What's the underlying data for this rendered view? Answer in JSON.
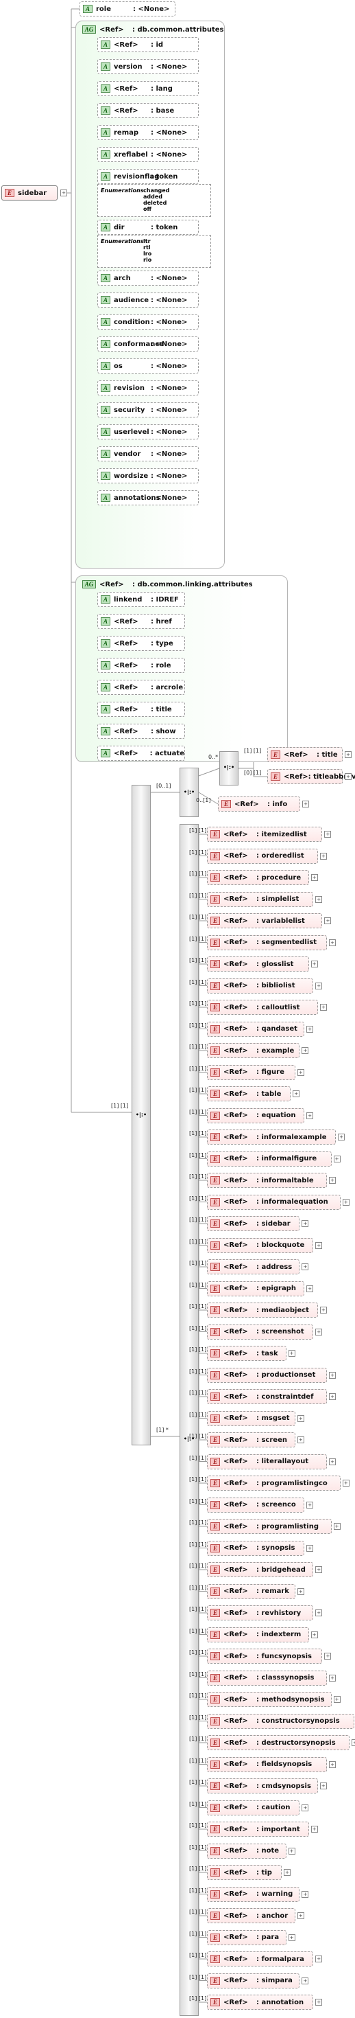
{
  "root": {
    "type": "E",
    "name": "sidebar"
  },
  "top_attribute": {
    "type": "A",
    "label": "role",
    "value": ": <None>"
  },
  "common_attributes": {
    "type": "AG",
    "ref": "<Ref>",
    "name": ": db.common.attributes",
    "items": [
      {
        "type": "A",
        "label": "<Ref>",
        "value": ": id"
      },
      {
        "type": "A",
        "label": "version",
        "value": ": <None>"
      },
      {
        "type": "A",
        "label": "<Ref>",
        "value": ": lang"
      },
      {
        "type": "A",
        "label": "<Ref>",
        "value": ": base"
      },
      {
        "type": "A",
        "label": "remap",
        "value": ": <None>"
      },
      {
        "type": "A",
        "label": "xreflabel",
        "value": ": <None>"
      },
      {
        "type": "A",
        "label": "revisionflag",
        "value": ": token",
        "enum_label": "Enumerations",
        "enum_values": [
          "changed",
          "added",
          "deleted",
          "off"
        ]
      },
      {
        "type": "A",
        "label": "dir",
        "value": ": token",
        "enum_label": "Enumerations",
        "enum_values": [
          "ltr",
          "rtl",
          "lro",
          "rlo"
        ]
      },
      {
        "type": "A",
        "label": "arch",
        "value": ": <None>"
      },
      {
        "type": "A",
        "label": "audience",
        "value": ": <None>"
      },
      {
        "type": "A",
        "label": "condition",
        "value": ": <None>"
      },
      {
        "type": "A",
        "label": "conformance",
        "value": ": <None>"
      },
      {
        "type": "A",
        "label": "os",
        "value": ": <None>"
      },
      {
        "type": "A",
        "label": "revision",
        "value": ": <None>"
      },
      {
        "type": "A",
        "label": "security",
        "value": ": <None>"
      },
      {
        "type": "A",
        "label": "userlevel",
        "value": ": <None>"
      },
      {
        "type": "A",
        "label": "vendor",
        "value": ": <None>"
      },
      {
        "type": "A",
        "label": "wordsize",
        "value": ": <None>"
      },
      {
        "type": "A",
        "label": "annotations",
        "value": ": <None>"
      }
    ]
  },
  "linking_attributes": {
    "type": "AG",
    "ref": "<Ref>",
    "name": ": db.common.linking.attributes",
    "items": [
      {
        "type": "A",
        "label": "linkend",
        "value": ": IDREF"
      },
      {
        "type": "A",
        "label": "<Ref>",
        "value": ": href"
      },
      {
        "type": "A",
        "label": "<Ref>",
        "value": ": type"
      },
      {
        "type": "A",
        "label": "<Ref>",
        "value": ": role"
      },
      {
        "type": "A",
        "label": "<Ref>",
        "value": ": arcrole"
      },
      {
        "type": "A",
        "label": "<Ref>",
        "value": ": title"
      },
      {
        "type": "A",
        "label": "<Ref>",
        "value": ": show"
      },
      {
        "type": "A",
        "label": "<Ref>",
        "value": ": actuate"
      }
    ]
  },
  "info_group": {
    "occurrence": "[0..1]",
    "choice_occurrence": "0..*",
    "choice_items": [
      {
        "type": "E",
        "ref": "<Ref>",
        "name": ": title",
        "occ": "[1] [1]"
      },
      {
        "type": "E",
        "ref": "<Ref>",
        "name": ": titleabbrev",
        "occ": "[0] [1]"
      }
    ],
    "info": {
      "type": "E",
      "ref": "<Ref>",
      "name": ": info",
      "occ": "0..[1]"
    }
  },
  "main_sequence_occ": "[1] [1]",
  "content_choice_occ": "[1] *",
  "content_items": [
    {
      "ref": "<Ref>",
      "name": ": itemizedlist",
      "occ": "[1] [1]"
    },
    {
      "ref": "<Ref>",
      "name": ": orderedlist",
      "occ": "[1] [1]"
    },
    {
      "ref": "<Ref>",
      "name": ": procedure",
      "occ": "[1] [1]"
    },
    {
      "ref": "<Ref>",
      "name": ": simplelist",
      "occ": "[1] [1]"
    },
    {
      "ref": "<Ref>",
      "name": ": variablelist",
      "occ": "[1] [1]"
    },
    {
      "ref": "<Ref>",
      "name": ": segmentedlist",
      "occ": "[1] [1]"
    },
    {
      "ref": "<Ref>",
      "name": ": glosslist",
      "occ": "[1] [1]"
    },
    {
      "ref": "<Ref>",
      "name": ": bibliolist",
      "occ": "[1] [1]"
    },
    {
      "ref": "<Ref>",
      "name": ": calloutlist",
      "occ": "[1] [1]"
    },
    {
      "ref": "<Ref>",
      "name": ": qandaset",
      "occ": "[1] [1]"
    },
    {
      "ref": "<Ref>",
      "name": ": example",
      "occ": "[1] [1]"
    },
    {
      "ref": "<Ref>",
      "name": ": figure",
      "occ": "[1] [1]"
    },
    {
      "ref": "<Ref>",
      "name": ": table",
      "occ": "[1] [1]"
    },
    {
      "ref": "<Ref>",
      "name": ": equation",
      "occ": "[1] [1]"
    },
    {
      "ref": "<Ref>",
      "name": ": informalexample",
      "occ": "[1] [1]"
    },
    {
      "ref": "<Ref>",
      "name": ": informalfigure",
      "occ": "[1] [1]"
    },
    {
      "ref": "<Ref>",
      "name": ": informaltable",
      "occ": "[1] [1]"
    },
    {
      "ref": "<Ref>",
      "name": ": informalequation",
      "occ": "[1] [1]"
    },
    {
      "ref": "<Ref>",
      "name": ": sidebar",
      "occ": "[1] [1]"
    },
    {
      "ref": "<Ref>",
      "name": ": blockquote",
      "occ": "[1] [1]"
    },
    {
      "ref": "<Ref>",
      "name": ": address",
      "occ": "[1] [1]"
    },
    {
      "ref": "<Ref>",
      "name": ": epigraph",
      "occ": "[1] [1]"
    },
    {
      "ref": "<Ref>",
      "name": ": mediaobject",
      "occ": "[1] [1]"
    },
    {
      "ref": "<Ref>",
      "name": ": screenshot",
      "occ": "[1] [1]"
    },
    {
      "ref": "<Ref>",
      "name": ": task",
      "occ": "[1] [1]"
    },
    {
      "ref": "<Ref>",
      "name": ": productionset",
      "occ": "[1] [1]"
    },
    {
      "ref": "<Ref>",
      "name": ": constraintdef",
      "occ": "[1] [1]"
    },
    {
      "ref": "<Ref>",
      "name": ": msgset",
      "occ": "[1] [1]"
    },
    {
      "ref": "<Ref>",
      "name": ": screen",
      "occ": "[1] [1]"
    },
    {
      "ref": "<Ref>",
      "name": ": literallayout",
      "occ": "[1] [1]"
    },
    {
      "ref": "<Ref>",
      "name": ": programlistingco",
      "occ": "[1] [1]"
    },
    {
      "ref": "<Ref>",
      "name": ": screenco",
      "occ": "[1] [1]"
    },
    {
      "ref": "<Ref>",
      "name": ": programlisting",
      "occ": "[1] [1]"
    },
    {
      "ref": "<Ref>",
      "name": ": synopsis",
      "occ": "[1] [1]"
    },
    {
      "ref": "<Ref>",
      "name": ": bridgehead",
      "occ": "[1] [1]"
    },
    {
      "ref": "<Ref>",
      "name": ": remark",
      "occ": "[1] [1]"
    },
    {
      "ref": "<Ref>",
      "name": ": revhistory",
      "occ": "[1] [1]"
    },
    {
      "ref": "<Ref>",
      "name": ": indexterm",
      "occ": "[1] [1]"
    },
    {
      "ref": "<Ref>",
      "name": ": funcsynopsis",
      "occ": "[1] [1]"
    },
    {
      "ref": "<Ref>",
      "name": ": classsynopsis",
      "occ": "[1] [1]"
    },
    {
      "ref": "<Ref>",
      "name": ": methodsynopsis",
      "occ": "[1] [1]"
    },
    {
      "ref": "<Ref>",
      "name": ": constructorsynopsis",
      "occ": "[1] [1]"
    },
    {
      "ref": "<Ref>",
      "name": ": destructorsynopsis",
      "occ": "[1] [1]"
    },
    {
      "ref": "<Ref>",
      "name": ": fieldsynopsis",
      "occ": "[1] [1]"
    },
    {
      "ref": "<Ref>",
      "name": ": cmdsynopsis",
      "occ": "[1] [1]"
    },
    {
      "ref": "<Ref>",
      "name": ": caution",
      "occ": "[1] [1]"
    },
    {
      "ref": "<Ref>",
      "name": ": important",
      "occ": "[1] [1]"
    },
    {
      "ref": "<Ref>",
      "name": ": note",
      "occ": "[1] [1]"
    },
    {
      "ref": "<Ref>",
      "name": ": tip",
      "occ": "[1] [1]"
    },
    {
      "ref": "<Ref>",
      "name": ": warning",
      "occ": "[1] [1]"
    },
    {
      "ref": "<Ref>",
      "name": ": anchor",
      "occ": "[1] [1]"
    },
    {
      "ref": "<Ref>",
      "name": ": para",
      "occ": "[1] [1]"
    },
    {
      "ref": "<Ref>",
      "name": ": formalpara",
      "occ": "[1] [1]"
    },
    {
      "ref": "<Ref>",
      "name": ": simpara",
      "occ": "[1] [1]"
    },
    {
      "ref": "<Ref>",
      "name": ": annotation",
      "occ": "[1] [1]"
    }
  ],
  "plus_symbol": "+",
  "compositor_symbol": "•|:•"
}
